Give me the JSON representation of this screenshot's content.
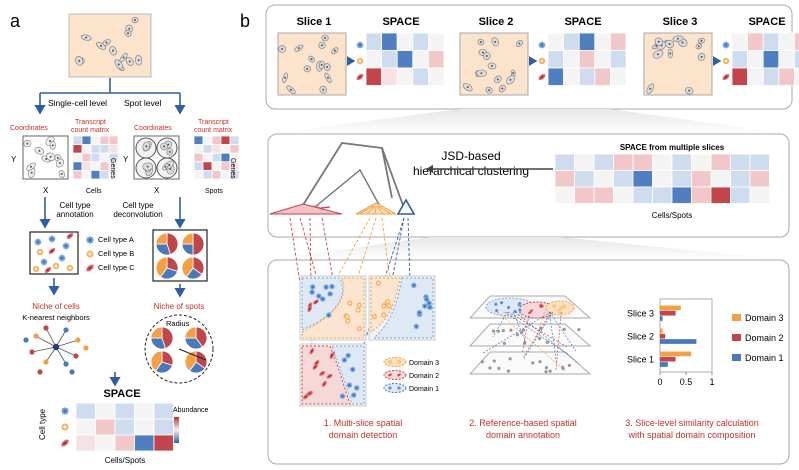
{
  "panel_a": {
    "letter": "a",
    "branch_left": "Single-cell level",
    "branch_right": "Spot level",
    "coordinates_label": "Coordinates",
    "transcript_label": "Transcript",
    "count_matrix_label": "count matrix",
    "axis_y": "Y",
    "axis_x": "X",
    "genes_label": "Genes",
    "cells_label": "Cells",
    "spots_label": "Spots",
    "annotation_line1": "Cell type",
    "annotation_line2": "annotation",
    "deconvolution_line1": "Cell type",
    "deconvolution_line2": "deconvolution",
    "legend_a": "Cell type A",
    "legend_b": "Cell type B",
    "legend_c": "Cell type C",
    "niche_cells": "Niche of cells",
    "knn_label": "K-nearest neighbors",
    "niche_spots": "Niche of spots",
    "radius_label": "Radius",
    "space_title": "SPACE",
    "abundance_label": "Abundance",
    "cell_type_axis": "Cell type",
    "cells_spots_axis": "Cells/Spots"
  },
  "panel_b": {
    "letter": "b",
    "slices": [
      {
        "name": "Slice 1",
        "space": "SPACE"
      },
      {
        "name": "Slice 2",
        "space": "SPACE"
      },
      {
        "name": "Slice 3",
        "space": "SPACE"
      }
    ],
    "clustering_line1": "JSD-based",
    "clustering_line2": "hierarchical clustering",
    "multi_title": "SPACE from multiple slices",
    "multi_axis": "Cells/Spots",
    "domain_legend": [
      "Domain 3",
      "Domain 2",
      "Domain 1"
    ],
    "step1_line1": "1.  Multi-slice spatial",
    "step1_line2": "domain detection",
    "step2_line1": "2. Reference-based spatial",
    "step2_line2": "domain annotation",
    "step3_line1": "3. Slice-level similarity calculation",
    "step3_line2": "with spatial domain composition"
  },
  "colors": {
    "domain1": "#4a78b8",
    "domain2": "#c0464b",
    "domain3": "#f2a043",
    "step_text": "#c0302a",
    "tissue": "#fbe3cc"
  },
  "chart_data": {
    "type": "bar",
    "orientation": "horizontal",
    "categories": [
      "Slice 3",
      "Slice 2",
      "Slice 1"
    ],
    "series": [
      {
        "name": "Domain 3",
        "values": [
          0.4,
          0.05,
          0.6
        ]
      },
      {
        "name": "Domain 2",
        "values": [
          0.3,
          0.1,
          0.3
        ]
      },
      {
        "name": "Domain 1",
        "values": [
          0.05,
          0.7,
          0.15
        ]
      }
    ],
    "xlim": [
      0,
      1
    ],
    "xticks": [
      "0",
      "0.5",
      "1"
    ],
    "legend": [
      "Domain 3",
      "Domain 2",
      "Domain 1"
    ],
    "legend_position": "right"
  }
}
